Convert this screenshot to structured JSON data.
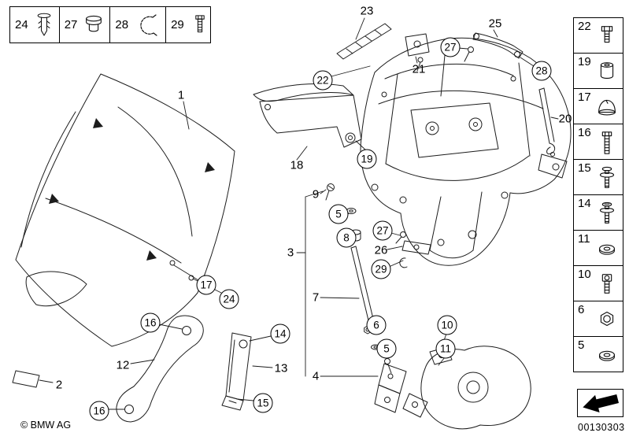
{
  "meta": {
    "copyright": "© BMW AG",
    "image_number": "00130303",
    "direction_arrow_icon": "direction-of-travel-arrow"
  },
  "fastener_box": {
    "items": [
      {
        "label": "24",
        "icon": "expansion-rivet-icon"
      },
      {
        "label": "27",
        "icon": "grommet-icon"
      },
      {
        "label": "28",
        "icon": "clamp-ring-icon"
      },
      {
        "label": "29",
        "icon": "screw-icon"
      }
    ]
  },
  "hardware_column": {
    "items": [
      {
        "label": "22",
        "icon": "hex-bolt-icon"
      },
      {
        "label": "19",
        "icon": "bushing-icon"
      },
      {
        "label": "17",
        "icon": "cover-cap-icon"
      },
      {
        "label": "16",
        "icon": "long-bolt-icon"
      },
      {
        "label": "15",
        "icon": "washer-screw-icon"
      },
      {
        "label": "14",
        "icon": "washer-screw-icon"
      },
      {
        "label": "11",
        "icon": "washer-icon"
      },
      {
        "label": "10",
        "icon": "socket-bolt-icon"
      },
      {
        "label": "6",
        "icon": "hex-nut-icon"
      },
      {
        "label": "5",
        "icon": "washer-icon"
      }
    ]
  },
  "callouts": {
    "plain": [
      {
        "label": "1"
      },
      {
        "label": "2"
      },
      {
        "label": "3"
      },
      {
        "label": "4"
      },
      {
        "label": "7"
      },
      {
        "label": "9"
      },
      {
        "label": "12"
      },
      {
        "label": "13"
      },
      {
        "label": "18"
      },
      {
        "label": "20"
      },
      {
        "label": "21"
      },
      {
        "label": "23"
      },
      {
        "label": "25"
      },
      {
        "label": "26"
      }
    ],
    "circled": [
      {
        "label": "22"
      },
      {
        "label": "27"
      },
      {
        "label": "28"
      },
      {
        "label": "19"
      },
      {
        "label": "17"
      },
      {
        "label": "24"
      },
      {
        "label": "16"
      },
      {
        "label": "16"
      },
      {
        "label": "14"
      },
      {
        "label": "15"
      },
      {
        "label": "5"
      },
      {
        "label": "8"
      },
      {
        "label": "27"
      },
      {
        "label": "29"
      },
      {
        "label": "6"
      },
      {
        "label": "5"
      },
      {
        "label": "10"
      },
      {
        "label": "11"
      }
    ]
  }
}
